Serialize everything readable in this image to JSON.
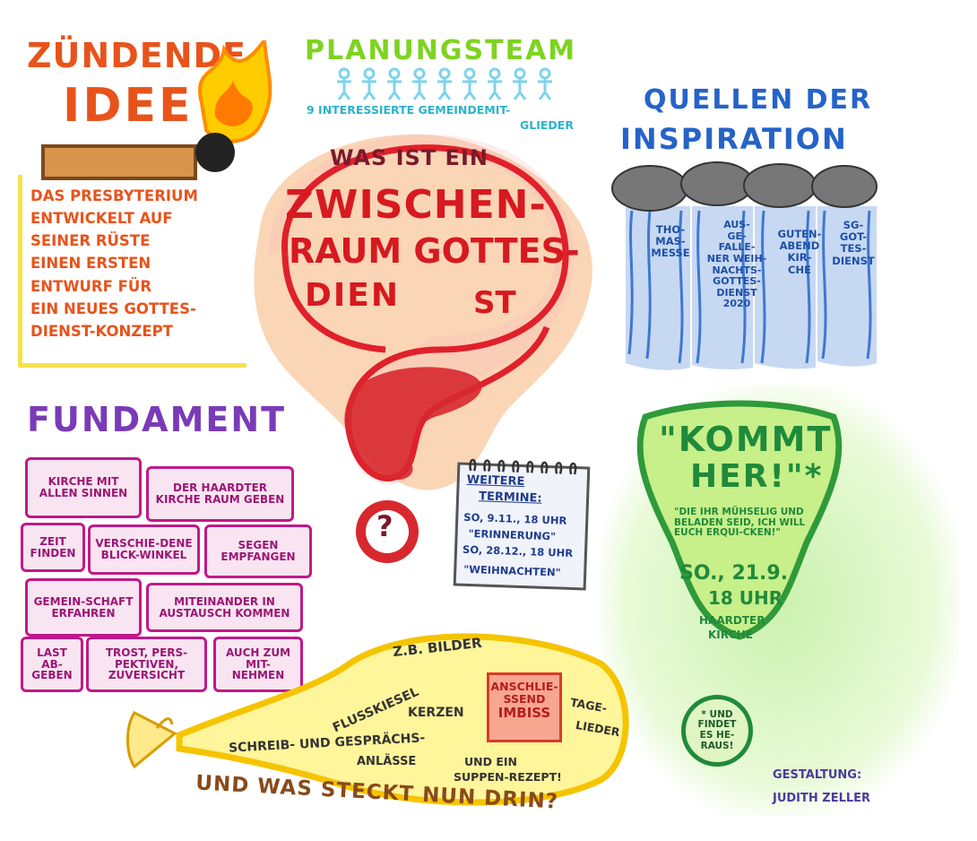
{
  "ignition": {
    "title_line1": "ZÜNDENDE",
    "title_line2": "IDEE",
    "lines": [
      "DAS PRESBYTERIUM",
      "ENTWICKELT AUF",
      "SEINER RÜSTE",
      "EINEN ERSTEN",
      "ENTWURF FÜR",
      "EIN NEUES GOTTES-",
      "DIENST-KONZEPT"
    ]
  },
  "team": {
    "title": "PLANUNGSTEAM",
    "line1": "9 INTERESSIERTE GEMEINDEMIT-",
    "line2": "GLIEDER"
  },
  "question": {
    "top": "WAS IST EIN",
    "line1": "ZWISCHEN-",
    "line2": "RAUM GOTTES-",
    "line3a": "DIEN",
    "line3b": "ST",
    "mark": "?"
  },
  "inspiration": {
    "title_line1": "QUELLEN DER",
    "title_line2": "INSPIRATION",
    "sources": [
      "THO-\nMAS-\nMESSE",
      "AUS-\nGE-\nFALLE-\nNER WEIH-\nNACHTS-\nGOTTES-\nDIENST\n2020",
      "GUTEN-\nABEND\nKIR-\nCHE",
      "SG-\nGOT-\nTES-\nDIENST"
    ]
  },
  "foundation": {
    "title": "FUNDAMENT",
    "bricks": [
      "KIRCHE MIT ALLEN SINNEN",
      "DER HAARDTER KIRCHE RAUM GEBEN",
      "ZEIT FINDEN",
      "VERSCHIE-DENE BLICK-WINKEL",
      "SEGEN EMPFANGEN",
      "GEMEIN-SCHAFT ERFAHREN",
      "MITEINANDER IN AUSTAUSCH KOMMEN",
      "LAST AB-GEBEN",
      "TROST, PERS-PEKTIVEN, ZUVERSICHT",
      "AUCH ZUM MIT-NEHMEN"
    ]
  },
  "calendar": {
    "heading1": "WEITERE",
    "heading2": "TERMINE:",
    "line1": "SO, 9.11., 18 UHR",
    "line2": "\"ERINNERUNG\"",
    "line3": "SO, 28.12., 18 UHR",
    "line4": "\"WEIHNACHTEN\""
  },
  "invite": {
    "title1": "\"KOMMT",
    "title2": "HER!\"*",
    "quote": "\"DIE IHR MÜHSELIG UND BELADEN SEID, ICH WILL EUCH ERQUI-CKEN!\"",
    "date": "SO., 21.9.",
    "time": "18 UHR",
    "place1": "HAARDTER",
    "place2": "KIRCHE"
  },
  "findout": {
    "text": "* UND FINDET ES HE-RAUS!"
  },
  "sack": {
    "items": [
      "Z.B. BILDER",
      "FLUSSKIESEL",
      "KERZEN",
      "SCHREIB- UND GESPRÄCHS-",
      "ANLÄSSE",
      "UND EIN",
      "SUPPEN-REZEPT!",
      "TAGE-",
      "LIEDER"
    ],
    "snack1": "ANSCHLIE-",
    "snack2": "SSEND",
    "snack3": "IMBISS",
    "caption": "UND WAS STECKT NUN DRIN?"
  },
  "credit": {
    "line1": "GESTALTUNG:",
    "line2": "JUDITH ZELLER"
  }
}
